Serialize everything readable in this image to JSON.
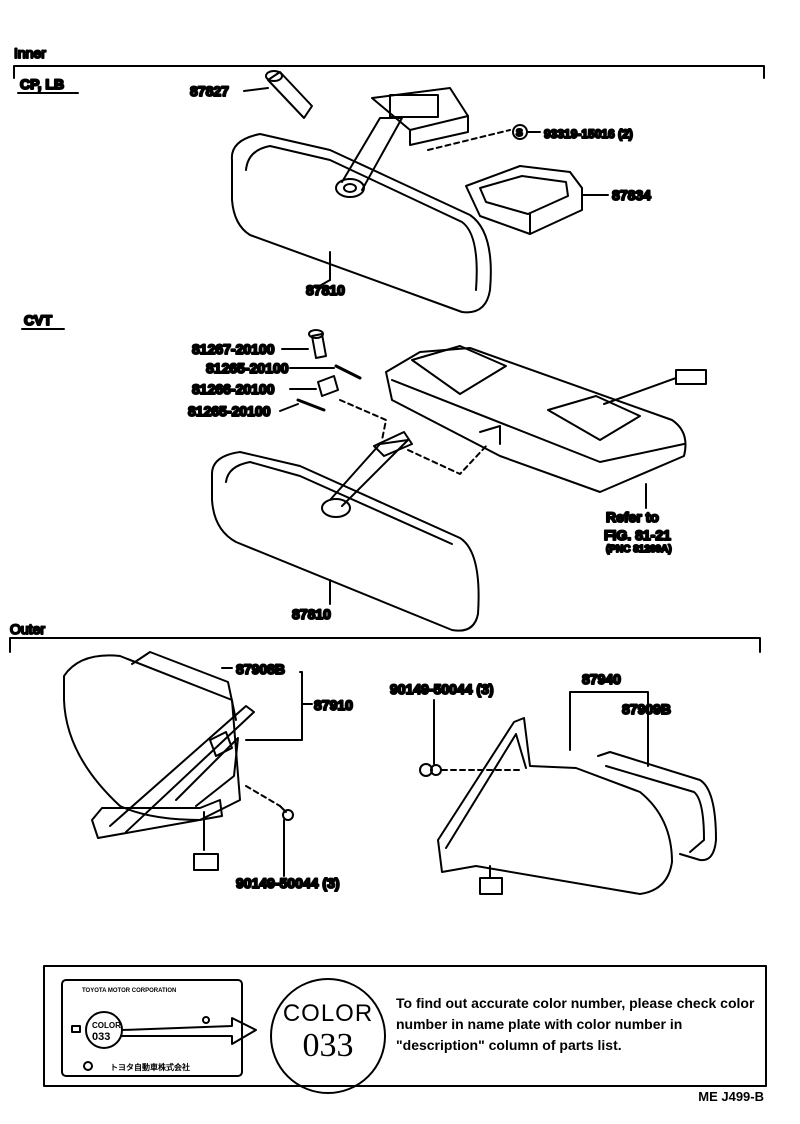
{
  "sections": {
    "inner": "Inner",
    "cp_lb": "CP, LB",
    "cvt": "CVT",
    "outer": "Outer"
  },
  "labels": {
    "p87827": "87827",
    "p93319": "93319-15016 (2)",
    "p87834": "87834",
    "p87810a": "87810",
    "p81267": "81267-20100",
    "p81265a": "81265-20100",
    "p81266": "81266-20100",
    "p81265b": "81265-20100",
    "refer1": "Refer to",
    "refer2": "FIG. 81-21",
    "refer3": "(PNC 81260A)",
    "p87810b": "87810",
    "p87908B": "87908B",
    "p87910": "87910",
    "p90149a": "90149-50044 (3)",
    "p90149b": "90149-50044 (3)",
    "p87940": "87940",
    "p87909B": "87909B",
    "s_mark": "S"
  },
  "name_plate": {
    "line1": "TOYOTA MOTOR CORPORATION",
    "circle_word": "COLOR",
    "circle_num": "033",
    "bottom": "トヨタ自動車株式会社"
  },
  "color_disc": {
    "word": "COLOR",
    "number": "033"
  },
  "note": "To find out accurate color number, please check color number in name plate with color number in \"description\" column of parts list.",
  "footer": "ME  J499-B"
}
